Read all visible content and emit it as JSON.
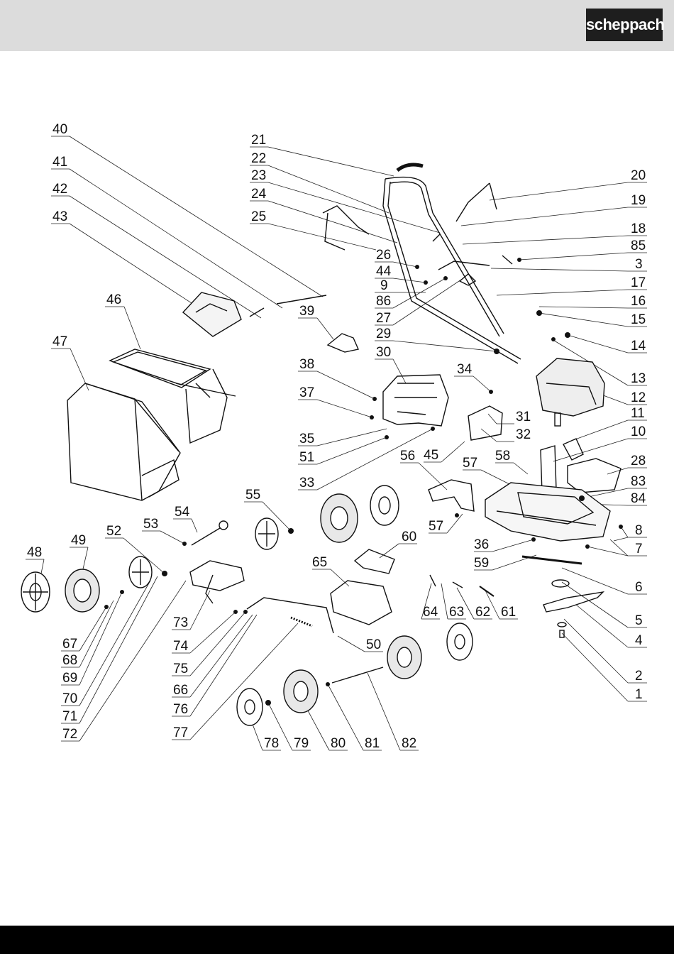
{
  "brand": {
    "logo_text": "scheppach"
  },
  "parts": {
    "p1": "1",
    "p2": "2",
    "p3": "3",
    "p4": "4",
    "p5": "5",
    "p6": "6",
    "p7": "7",
    "p8": "8",
    "p9": "9",
    "p10": "10",
    "p11": "11",
    "p12": "12",
    "p13": "13",
    "p14": "14",
    "p15": "15",
    "p16": "16",
    "p17": "17",
    "p18": "18",
    "p19": "19",
    "p20": "20",
    "p21": "21",
    "p22": "22",
    "p23": "23",
    "p24": "24",
    "p25": "25",
    "p26": "26",
    "p27": "27",
    "p28": "28",
    "p29": "29",
    "p30": "30",
    "p31": "31",
    "p32": "32",
    "p33": "33",
    "p34": "34",
    "p35": "35",
    "p36": "36",
    "p37": "37",
    "p38": "38",
    "p39": "39",
    "p40": "40",
    "p41": "41",
    "p42": "42",
    "p43": "43",
    "p44": "44",
    "p45": "45",
    "p46": "46",
    "p47": "47",
    "p48": "48",
    "p49": "49",
    "p50": "50",
    "p51": "51",
    "p52": "52",
    "p53": "53",
    "p54": "54",
    "p55": "55",
    "p56": "56",
    "p57a": "57",
    "p57b": "57",
    "p58": "58",
    "p59": "59",
    "p60": "60",
    "p61": "61",
    "p62": "62",
    "p63": "63",
    "p64": "64",
    "p65": "65",
    "p66": "66",
    "p67": "67",
    "p68": "68",
    "p69": "69",
    "p70": "70",
    "p71": "71",
    "p72": "72",
    "p73": "73",
    "p74": "74",
    "p75": "75",
    "p76": "76",
    "p77": "77",
    "p78": "78",
    "p79": "79",
    "p80": "80",
    "p81": "81",
    "p82": "82",
    "p83": "83",
    "p84": "84",
    "p85": "85",
    "p86": "86"
  },
  "colors": {
    "header_bg": "#dcdcdc",
    "logo_bg": "#1e1e1e",
    "footer_bg": "#000000"
  }
}
